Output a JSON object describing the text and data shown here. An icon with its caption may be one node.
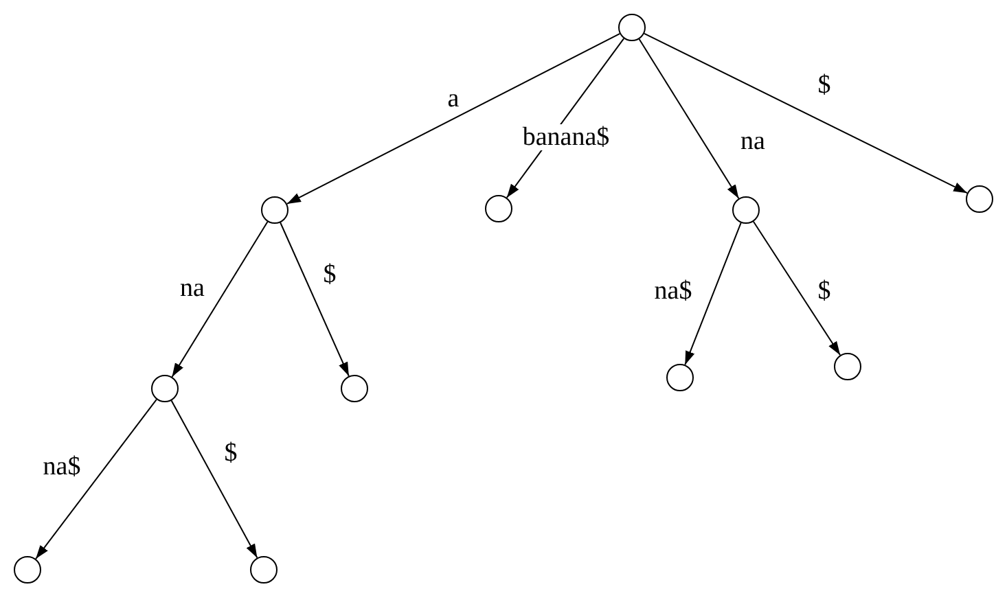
{
  "diagram": {
    "nodes": [
      {
        "text": [],
        "shape": "circle"
      },
      {
        "text": [],
        "shape": "circle"
      },
      {
        "text": [],
        "shape": "circle"
      },
      {
        "text": [],
        "shape": "circle"
      },
      {
        "text": [],
        "shape": "circle"
      },
      {
        "text": [],
        "shape": "circle"
      },
      {
        "text": [],
        "shape": "circle"
      },
      {
        "text": [],
        "shape": "circle"
      },
      {
        "text": [],
        "shape": "circle"
      },
      {
        "text": [],
        "shape": "circle"
      },
      {
        "text": [],
        "shape": "circle"
      }
    ],
    "edges": [
      {
        "from": 0,
        "to": 1,
        "arrow": "to",
        "label": "a"
      },
      {
        "from": 0,
        "to": 2,
        "arrow": "to",
        "label": "banana$"
      },
      {
        "from": 0,
        "to": 3,
        "arrow": "to",
        "label": "na"
      },
      {
        "from": 0,
        "to": 4,
        "arrow": "to",
        "label": "$"
      },
      {
        "from": 1,
        "to": 5,
        "arrow": "to",
        "label": "na"
      },
      {
        "from": 1,
        "to": 6,
        "arrow": "to",
        "label": "$"
      },
      {
        "from": 3,
        "to": 7,
        "arrow": "to",
        "label": "na$"
      },
      {
        "from": 3,
        "to": 8,
        "arrow": "to",
        "label": "$"
      },
      {
        "from": 5,
        "to": 9,
        "arrow": "to",
        "label": "na$"
      },
      {
        "from": 5,
        "to": 10,
        "arrow": "to",
        "label": "$"
      }
    ]
  }
}
